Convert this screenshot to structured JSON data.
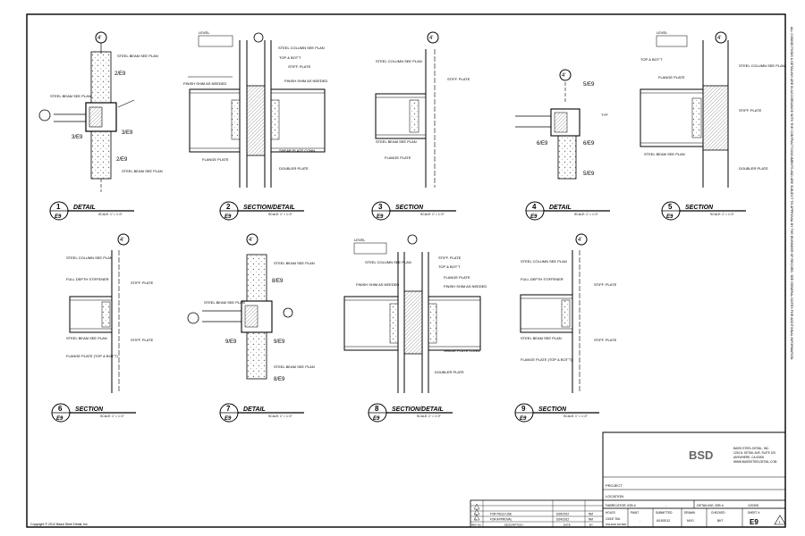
{
  "sheet": {
    "copyright": "Copyright © 2012 Bassi Steel Detail, Inc.",
    "side_note": "ALL CONNECTIONS & DETAILING ARE IN ACCORDANCE WITH THE CONTRACT DOCUMENTS AND ARE SUBJECT TO APPROVAL BY THE ENGINEER OF RECORD. SEE GENERAL NOTES FOR ADDITIONAL INFORMATION."
  },
  "details": [
    {
      "number": "1",
      "sheet": "E9",
      "title": "DETAIL",
      "scale": "SCALE: 1\" = 1'-0\""
    },
    {
      "number": "2",
      "sheet": "E9",
      "title": "SECTION/DETAIL",
      "scale": "SCALE: 1\" = 1'-0\""
    },
    {
      "number": "3",
      "sheet": "E9",
      "title": "SECTION",
      "scale": "SCALE: 1\" = 1'-0\""
    },
    {
      "number": "4",
      "sheet": "E9",
      "title": "DETAIL",
      "scale": "SCALE: 1\" = 1'-0\""
    },
    {
      "number": "5",
      "sheet": "E9",
      "title": "SECTION",
      "scale": "SCALE: 1\" = 1'-0\""
    },
    {
      "number": "6",
      "sheet": "E9",
      "title": "SECTION",
      "scale": "SCALE: 1\" = 1'-0\""
    },
    {
      "number": "7",
      "sheet": "E9",
      "title": "DETAIL",
      "scale": "SCALE: 1\" = 1'-0\""
    },
    {
      "number": "8",
      "sheet": "E9",
      "title": "SECTION/DETAIL",
      "scale": "SCALE: 1\" = 1'-0\""
    },
    {
      "number": "9",
      "sheet": "E9",
      "title": "SECTION",
      "scale": "SCALE: 1\" = 1'-0\""
    }
  ],
  "callouts": {
    "d1": [
      "STEEL BEAM SEE PLAN",
      "STEEL BEAM SEE PLAN",
      "STEEL BEAM SEE PLAN",
      "2/E9",
      "3/E9",
      "3/E9",
      "2/E9",
      "4'"
    ],
    "d2": [
      "STEEL COLUMN SEE PLAN",
      "TOP & BOT'T",
      "STIFF. PLATE",
      "FINISH SHIM AS NEEDED",
      "FINISH SHIM AS NEEDED",
      "FLANGE PLATE",
      "SHEAR PLATE CONN.",
      "DOUBLER PLATE",
      "LEVEL"
    ],
    "d3": [
      "STEEL COLUMN SEE PLAN",
      "STIFF. PLATE",
      "FLANGE PLATE",
      "STEEL BEAM SEE PLAN",
      "4'"
    ],
    "d4": [
      "5/E9",
      "6/E9",
      "6/E9",
      "5/E9",
      "TYP",
      "4'"
    ],
    "d5": [
      "STEEL COLUMN SEE PLAN",
      "TOP & BOT'T",
      "STIFF. PLATE",
      "FLANGE PLATE",
      "STEEL BEAM SEE PLAN",
      "DOUBLER PLATE",
      "LEVEL",
      "4'"
    ],
    "d6": [
      "STEEL COLUMN SEE PLAN",
      "FULL DEPTH STIFFENER",
      "STIFF. PLATE",
      "STEEL BEAM SEE PLAN",
      "STIFF. PLATE",
      "FLANGE PLATE (TOP & BOT'T)",
      "4'"
    ],
    "d7": [
      "STEEL BEAM SEE PLAN",
      "8/E9",
      "STEEL BEAM SEE PLAN",
      "9/E9",
      "9/E9",
      "STEEL BEAM SEE PLAN",
      "8/E9",
      "4'"
    ],
    "d8": [
      "STEEL COLUMN SEE PLAN",
      "STIFF. PLATE",
      "TOP & BOT'T",
      "FINISH SHIM AS NEEDED",
      "FLANGE PLATE",
      "SHEAR PLATE CONN.",
      "FINISH SHIM AS NEEDED",
      "DOUBLER PLATE",
      "LEVEL"
    ],
    "d9": [
      "STEEL COLUMN SEE PLAN",
      "FULL DEPTH STIFFENER",
      "STIFF. PLATE",
      "STEEL BEAM SEE PLAN",
      "STIFF. PLATE",
      "FLANGE PLATE (TOP & BOT'T)",
      "4'"
    ]
  },
  "title_block": {
    "logo": "BSD",
    "company_lines": [
      "BASSI STEEL DETAIL, INC.",
      "1234 N. DETAIL AVE, SUITE 100",
      "ANYWHERE, CA 00000",
      "WWW.BASSISTEELDETAIL.COM"
    ],
    "project_label": "PROJECT",
    "location_label": "LOCATION",
    "fabricator_label": "FABRICATOR JOB #",
    "fabricator_value": "-",
    "detailing_label": "DETAILING JOB #",
    "detailing_value": "120305",
    "revisions": [
      {
        "mark": "1",
        "description": "FOR FIELD USE",
        "date": "6/26/2012",
        "by": "NM"
      },
      {
        "mark": "0",
        "description": "FOR APPROVAL",
        "date": "6/24/2012",
        "by": "NM"
      }
    ],
    "rev_headers": [
      "REV No.",
      "DESCRIPTION",
      "DATE",
      "BY"
    ],
    "info": [
      {
        "label": "HOLES",
        "value": "13/16\" DIA"
      },
      {
        "label": "PAINT",
        "value": "-"
      },
      {
        "label": "SUBMITTED",
        "value": "6/19/2012"
      },
      {
        "label": "DRAWN",
        "value": "MVO"
      },
      {
        "label": "CHECKED",
        "value": "BKT"
      },
      {
        "label": "SHEET #",
        "value": "E9"
      }
    ],
    "holes_note": "UNLESS NOTED",
    "sheet_rev": "1"
  }
}
